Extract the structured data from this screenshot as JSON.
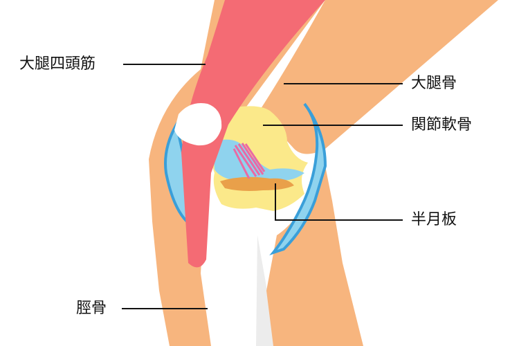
{
  "labels": {
    "quadriceps": "大腿四頭筋",
    "femur": "大腿骨",
    "articular_cartilage": "関節軟骨",
    "meniscus": "半月板",
    "tibia": "脛骨"
  },
  "colors": {
    "bone": "#f7b57e",
    "muscle": "#f46b74",
    "cartilage": "#fbe98a",
    "synovial_fluid": "#8fd3ee",
    "capsule_outline": "#3a9fd9",
    "meniscus": "#e9a04a",
    "ligament": "#e96aa4",
    "patella": "#ffffff",
    "shadow": "#e6e6e6",
    "leader_line": "#111111"
  }
}
